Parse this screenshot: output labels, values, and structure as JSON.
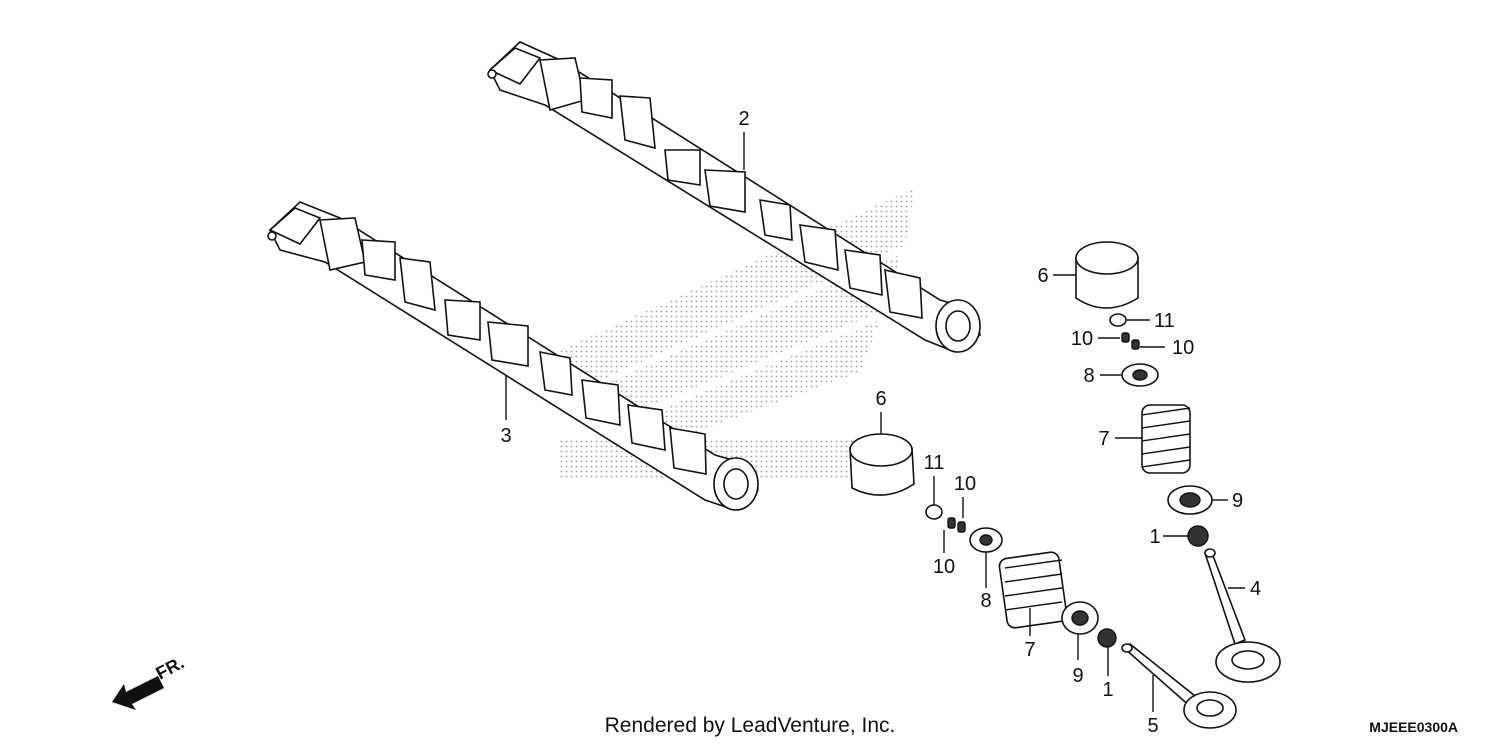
{
  "callouts": {
    "camshaft_top": "2",
    "camshaft_bottom": "3",
    "lifter_right": "6",
    "lifter_left": "6",
    "shim_right": "11",
    "shim_left": "11",
    "cotter_right_a": "10",
    "cotter_right_b": "10",
    "cotter_left_a": "10",
    "cotter_left_b": "10",
    "retainer_right": "8",
    "retainer_left": "8",
    "spring_right": "7",
    "spring_left": "7",
    "seat_right": "9",
    "seat_left": "9",
    "seal_right": "1",
    "seal_left": "1",
    "valve_right": "4",
    "valve_left": "5"
  },
  "direction_label": "FR.",
  "footer": {
    "credit": "Rendered by LeadVenture, Inc.",
    "code": "MJEEE0300A"
  }
}
